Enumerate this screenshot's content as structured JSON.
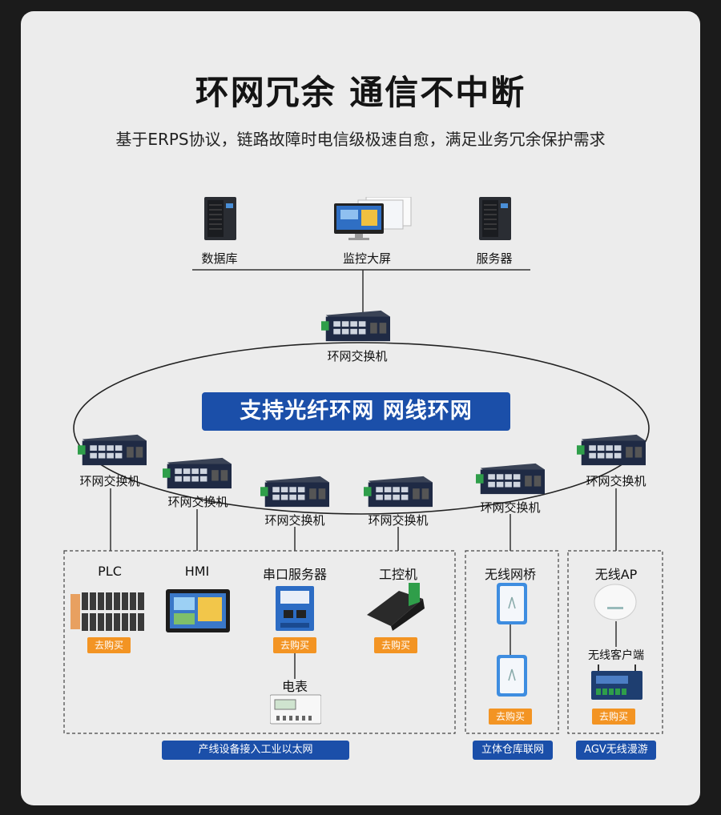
{
  "title": "环网冗余 通信不中断",
  "subtitle": "基于ERPS协议，链路故障时电信级极速自愈，满足业务冗余保护需求",
  "top_devices": {
    "database": "数据库",
    "monitor": "监控大屏",
    "server": "服务器"
  },
  "core_switch_label": "环网交换机",
  "banner": "支持光纤环网 网线环网",
  "ring_switches": [
    "环网交换机",
    "环网交换机",
    "环网交换机",
    "环网交换机",
    "环网交换机",
    "环网交换机"
  ],
  "endpoints": {
    "plc": "PLC",
    "hmi": "HMI",
    "serial_server": "串口服务器",
    "ipc": "工控机",
    "meter": "电表",
    "wireless_bridge": "无线网桥",
    "wireless_ap": "无线AP",
    "wireless_client": "无线客户端"
  },
  "buy_label": "去购买",
  "groups": {
    "production": "产线设备接入工业以太网",
    "warehouse": "立体仓库联网",
    "agv": "AGV无线漫游"
  },
  "colors": {
    "accent_blue": "#1b4fa9",
    "buy_orange": "#f39423",
    "switch_body": "#1f2a44"
  }
}
